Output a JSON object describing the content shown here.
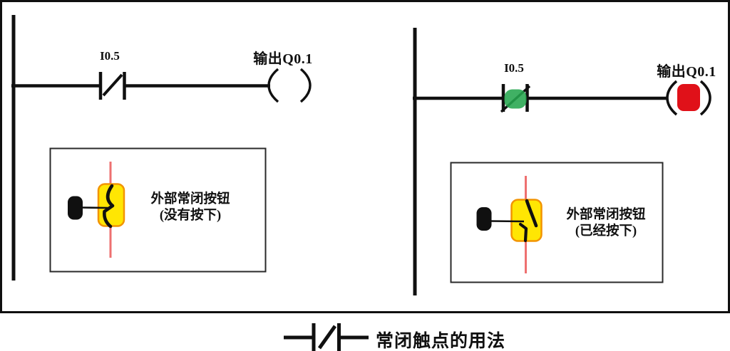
{
  "colors": {
    "ink": "#101010",
    "active_green": "#25a64e",
    "active_red": "#e01119",
    "button_yellow": "#ffe603",
    "button_border": "#f29400",
    "wire_pink": "#ee7070"
  },
  "network_left": {
    "contact_label": "I0.5",
    "output_label": "输出Q0.1",
    "callout": {
      "line1": "外部常闭按钮",
      "line2": "(没有按下)"
    }
  },
  "network_right": {
    "contact_label": "I0.5",
    "output_label": "输出Q0.1",
    "callout": {
      "line1": "外部常闭按钮",
      "line2": "(已经按下)"
    }
  },
  "legend": {
    "symbol": "normally-closed-contact-icon",
    "label": "常闭触点的用法"
  }
}
